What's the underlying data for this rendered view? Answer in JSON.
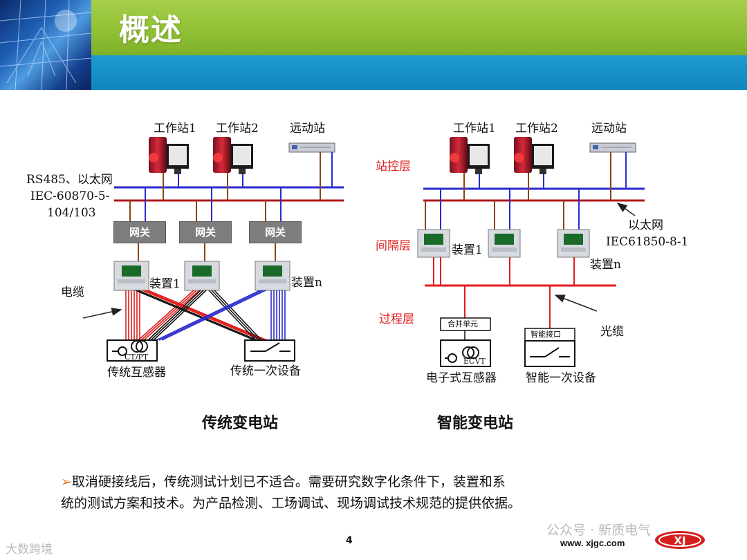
{
  "title": "概述",
  "left_diagram": {
    "caption": "传统变电站",
    "workstations": [
      "工作站1",
      "工作站2",
      "远动站"
    ],
    "bus_label_line1": "RS485、以太网",
    "bus_label_line2": "IEC-60870-5-",
    "bus_label_line3": "104/103",
    "gateways": [
      "网关",
      "网关",
      "网关"
    ],
    "device1": "装置1",
    "devicen": "装置n",
    "cable": "电缆",
    "ctpt_box": "CT/PT",
    "sensor": "传统互感器",
    "primary": "传统一次设备"
  },
  "right_diagram": {
    "caption": "智能变电站",
    "workstations": [
      "工作站1",
      "工作站2",
      "远动站"
    ],
    "layer_station": "站控层",
    "layer_bay": "间隔层",
    "layer_process": "过程层",
    "eth_label_line1": "以太网",
    "eth_label_line2": "IEC61850-8-1",
    "device1": "装置1",
    "devicen": "装置n",
    "fiber": "光缆",
    "merging_unit": "合并单元",
    "ecvt_box": "ECVT",
    "smart_interface": "智能接口",
    "e_sensor": "电子式互感器",
    "smart_primary": "智能一次设备"
  },
  "paragraph": {
    "bullet": "➢",
    "line1": "取消硬接线后，传统测试计划已不适合。需要研究数字化条件下，装置和系",
    "line2": "统的测试方案和技术。为产品检测、工场调试、现场调试技术规范的提供依据。"
  },
  "footer": {
    "page_number": "4",
    "website": "www. xjgc.com",
    "logo_text": "XJ",
    "watermark_right": "公众号 · 新质电气",
    "watermark_left": "大数跨境"
  },
  "colors": {
    "header_green": "#8fbf34",
    "header_blue": "#1591c6",
    "bus_blue": "#2a2ad0",
    "bus_red": "#b01818",
    "label_red": "#e02020"
  }
}
